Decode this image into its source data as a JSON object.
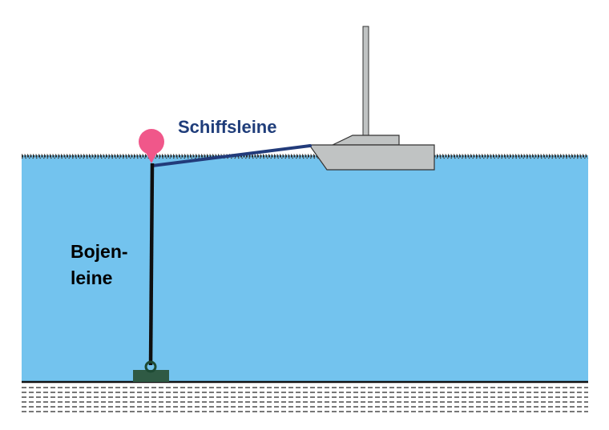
{
  "labels": {
    "ship_line": "Schiffsleine",
    "buoy_line_top": "Bojen-",
    "buoy_line_bottom": "leine"
  },
  "colors": {
    "water": "#73c3ee",
    "water_surface_foam": "#2a2a2a",
    "seabed_line": "#111111",
    "seabed_dash": "#4a4a4a",
    "buoy": "#f0578a",
    "buoy_line": "#0f0f0f",
    "ship_line": "#223b7a",
    "boat_hull": "#c0c3c3",
    "boat_outline": "#333333",
    "anchor_block": "#2f5a44",
    "ring": "#1d4a33",
    "ship_line_label": "#1f3d7a",
    "buoy_line_label": "#000000"
  },
  "icons": {
    "buoy": "mooring-buoy",
    "boat": "sailboat",
    "anchor": "anchor-block"
  }
}
